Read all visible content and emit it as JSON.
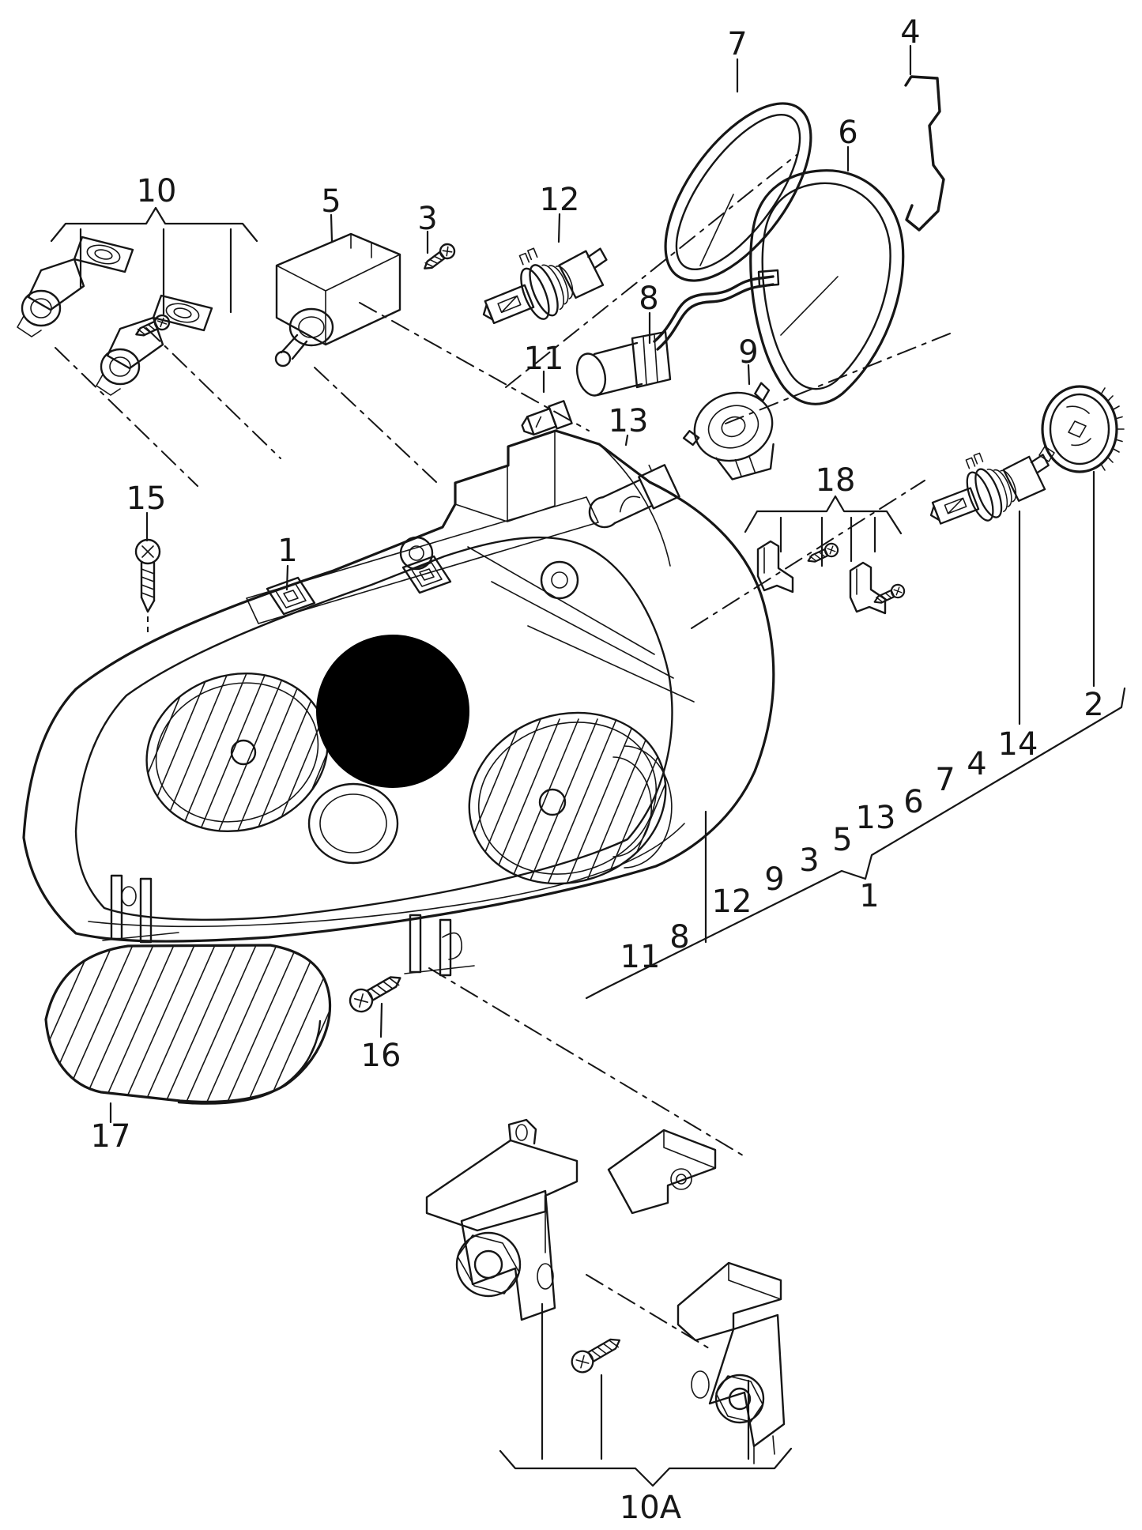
{
  "figure": {
    "subject": "Headlight assembly exploded parts diagram",
    "style": "monochrome technical line art",
    "ink_color": "#161616",
    "background_color": "#ffffff",
    "redaction_marker": {
      "shape": "filled-circle",
      "color": "#000000"
    }
  },
  "callouts": [
    {
      "id": "part-7",
      "label": "7"
    },
    {
      "id": "part-4",
      "label": "4"
    },
    {
      "id": "part-6",
      "label": "6"
    },
    {
      "id": "part-10",
      "label": "10"
    },
    {
      "id": "part-5",
      "label": "5"
    },
    {
      "id": "part-3",
      "label": "3"
    },
    {
      "id": "part-12",
      "label": "12"
    },
    {
      "id": "part-11",
      "label": "11"
    },
    {
      "id": "part-8",
      "label": "8"
    },
    {
      "id": "part-9",
      "label": "9"
    },
    {
      "id": "part-13",
      "label": "13"
    },
    {
      "id": "part-15",
      "label": "15"
    },
    {
      "id": "part-1",
      "label": "1"
    },
    {
      "id": "part-18",
      "label": "18"
    },
    {
      "id": "part-14",
      "label": "14"
    },
    {
      "id": "part-2",
      "label": "2"
    },
    {
      "id": "part-16",
      "label": "16"
    },
    {
      "id": "part-17",
      "label": "17"
    },
    {
      "id": "part-10A",
      "label": "10A"
    }
  ],
  "ladder": {
    "items": [
      {
        "label": "11"
      },
      {
        "label": "8"
      },
      {
        "label": "12"
      },
      {
        "label": "9"
      },
      {
        "label": "3"
      },
      {
        "label": "5"
      },
      {
        "label": "13"
      },
      {
        "label": "6"
      },
      {
        "label": "7"
      },
      {
        "label": "4"
      },
      {
        "label": "1"
      }
    ]
  }
}
